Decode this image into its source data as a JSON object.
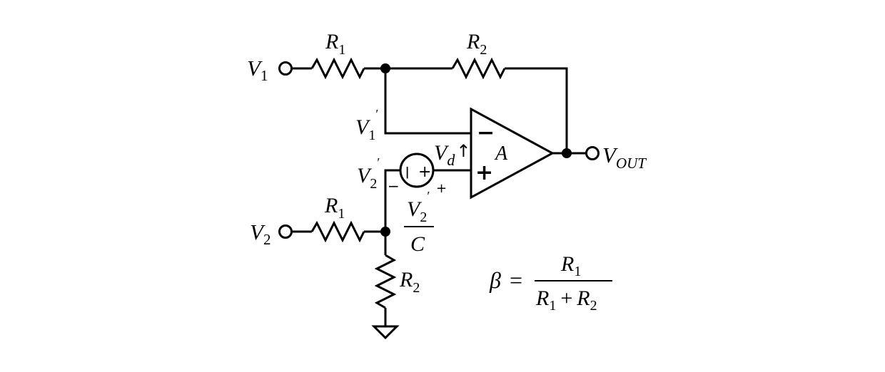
{
  "labels": {
    "v1": {
      "main": "V",
      "sub": "1"
    },
    "v2": {
      "main": "V",
      "sub": "2"
    },
    "r1_top": {
      "main": "R",
      "sub": "1"
    },
    "r2_top": {
      "main": "R",
      "sub": "2"
    },
    "r1_bottom": {
      "main": "R",
      "sub": "1"
    },
    "r2_shunt": {
      "main": "R",
      "sub": "2"
    },
    "v1_prime": {
      "main": "V",
      "sub": "1",
      "prime": "′"
    },
    "v2_prime": {
      "main": "V",
      "sub": "2",
      "prime": "′"
    },
    "vd": {
      "main": "V",
      "sub": "d",
      "arrow": "↑"
    },
    "gain": "A",
    "vout": {
      "main": "V",
      "sub": "OUT"
    },
    "source_fraction": {
      "num_main": "V",
      "num_sub": "2",
      "num_prime": "′",
      "den": "C"
    },
    "source_minus": "−",
    "source_plus": "+",
    "source_inner_minus": "ǀ",
    "source_inner_plus": "+",
    "opamp_minus": "−",
    "opamp_plus": "+"
  },
  "beta_formula": {
    "symbol": "β",
    "equals": "=",
    "num": {
      "main": "R",
      "sub": "1"
    },
    "den_a": {
      "main": "R",
      "sub": "1"
    },
    "den_op": "+",
    "den_b": {
      "main": "R",
      "sub": "2"
    }
  }
}
